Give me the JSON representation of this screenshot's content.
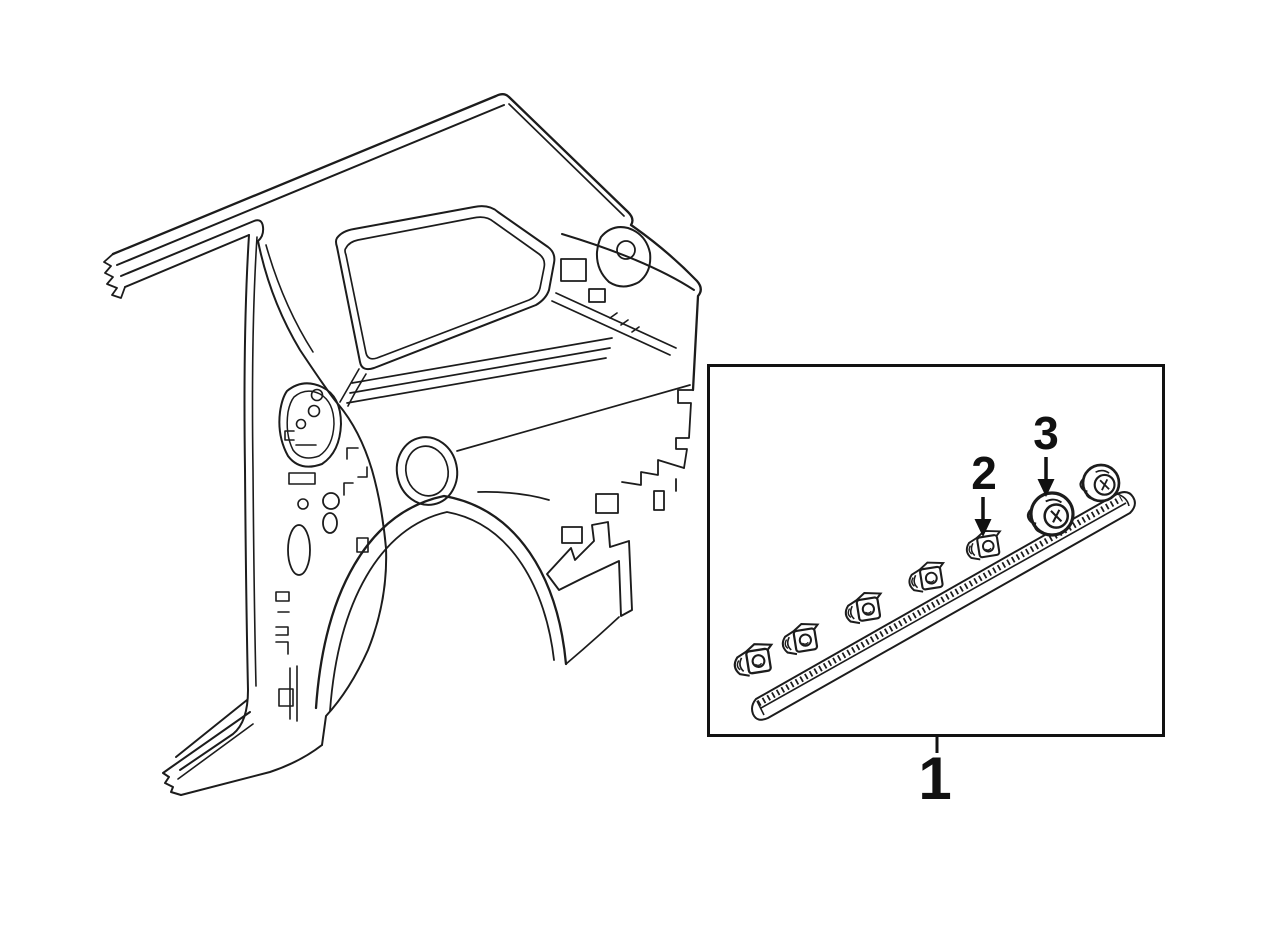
{
  "diagram": {
    "background_color": "#ffffff",
    "line_color": "#1c1c1c",
    "callouts": [
      {
        "label": "1",
        "target": "body-side-molding-strip"
      },
      {
        "label": "2",
        "target": "molding-clip"
      },
      {
        "label": "3",
        "target": "molding-grommet"
      }
    ],
    "elements": {
      "main_illustration": "rear-quarter-panel-line-art",
      "detail_box_contents": [
        "molding-strip",
        "clip",
        "clip",
        "clip",
        "clip",
        "clip",
        "grommet",
        "grommet"
      ]
    }
  }
}
